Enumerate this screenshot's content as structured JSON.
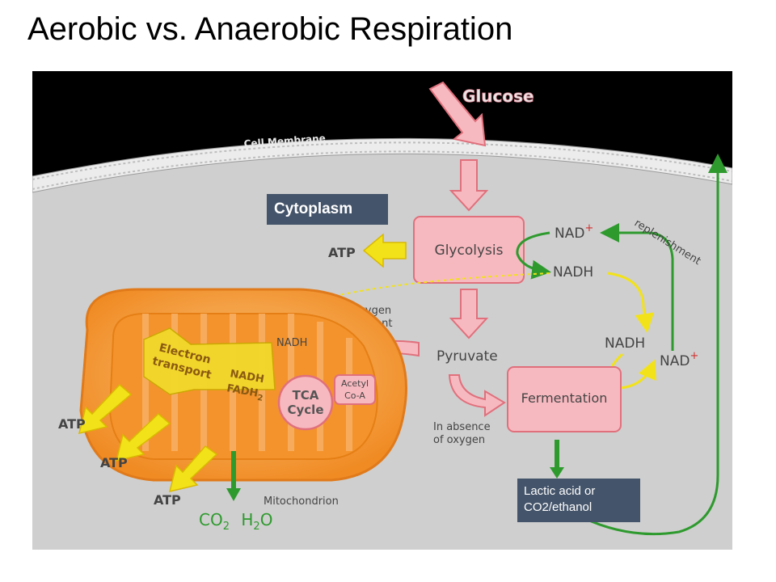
{
  "slide": {
    "title": "Aerobic vs. Anaerobic Respiration"
  },
  "overlays": {
    "cytoplasm": "Cytoplasm",
    "product_line1": "Lactic acid or",
    "product_line2": "CO2/ethanol"
  },
  "diagram": {
    "glucose": "Glucose",
    "cell_membrane": "Cell Membrane",
    "glycolysis": "Glycolysis",
    "atp": "ATP",
    "nad": "NAD",
    "nadh": "NADH",
    "replenishment": "replenishment",
    "oxygen_present_1": "Oxygen",
    "oxygen_present_2": "present",
    "pyruvate": "Pyruvate",
    "fermentation": "Fermentation",
    "absence_1": "In absence",
    "absence_2": "of oxygen",
    "electron_1": "Electron",
    "electron_2": "transport",
    "tca_1": "TCA",
    "tca_2": "Cycle",
    "acetyl_1": "Acetyl",
    "acetyl_2": "Co-A",
    "fadh": "FADH",
    "mitochondrion": "Mitochondrion",
    "co2": "CO",
    "h2o_h": "H",
    "h2o_o": "O",
    "sub2": "2",
    "plus": "+"
  },
  "colors": {
    "membrane": "#000000",
    "cytoplasm": "#cfcfcf",
    "pink_fill": "#f7b9c0",
    "pink_stroke": "#e0707c",
    "green": "#2e9a2e",
    "yellow": "#f2e21a",
    "mito_outer": "#f6a23c",
    "text_gray": "#555555"
  }
}
